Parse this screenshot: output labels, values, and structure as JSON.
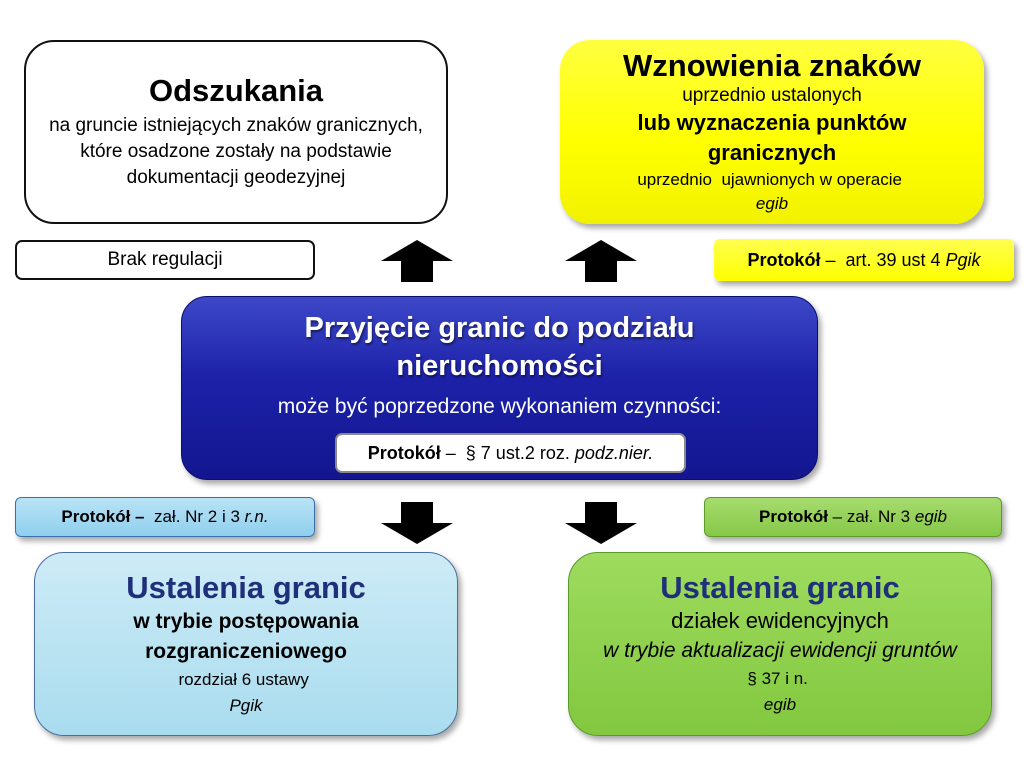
{
  "top_left": {
    "title": "Odszukania",
    "text": "na gruncie istniejących znaków granicznych, które osadzone zostały na podstawie dokumentacji geodezyjnej"
  },
  "top_right": {
    "title": "Wznowienia znaków",
    "line1": "uprzednio ustalonych",
    "line2": "lub wyznaczenia punktów granicznych",
    "line3_prefix": "uprzednio  ujawnionych w operacie ",
    "line3_italic": "egib"
  },
  "label_brak": "Brak regulacji",
  "protocol_top_right": {
    "bold": "Protokół",
    "text": " –  art. 39 ust 4 ",
    "italic": "Pgik"
  },
  "center": {
    "title": "Przyjęcie granic do podziału nieruchomości",
    "subtitle": "może  być poprzedzone wykonaniem czynności:",
    "protocol": {
      "bold": "Protokół",
      "text": " –  § 7 ust.2 roz. ",
      "italic": "podz.nier."
    }
  },
  "protocol_bottom_left": {
    "bold": "Protokół –",
    "text": "  zał. Nr 2 i 3 ",
    "italic": "r.n."
  },
  "protocol_bottom_right": {
    "bold": "Protokół",
    "text": " – zał. Nr 3 ",
    "italic": "egib"
  },
  "bottom_left": {
    "title": "Ustalenia granic",
    "line1": "w trybie postępowania rozgraniczeniowego",
    "line2_prefix": "rozdział 6 ustawy ",
    "line2_italic": "Pgik"
  },
  "bottom_right": {
    "title": "Ustalenia granic",
    "line1": "działek ewidencyjnych",
    "line2": "w trybie aktualizacji ewidencji gruntów",
    "line3_prefix": "§ 37 i n. ",
    "line3_italic": "egib"
  },
  "colors": {
    "center_fill": "#1c21a8",
    "top_right_fill": "#ffff00",
    "bottom_left_fill": "#a9dcef",
    "bottom_right_fill": "#82c83f",
    "title_blue": "#1f2f7a"
  }
}
